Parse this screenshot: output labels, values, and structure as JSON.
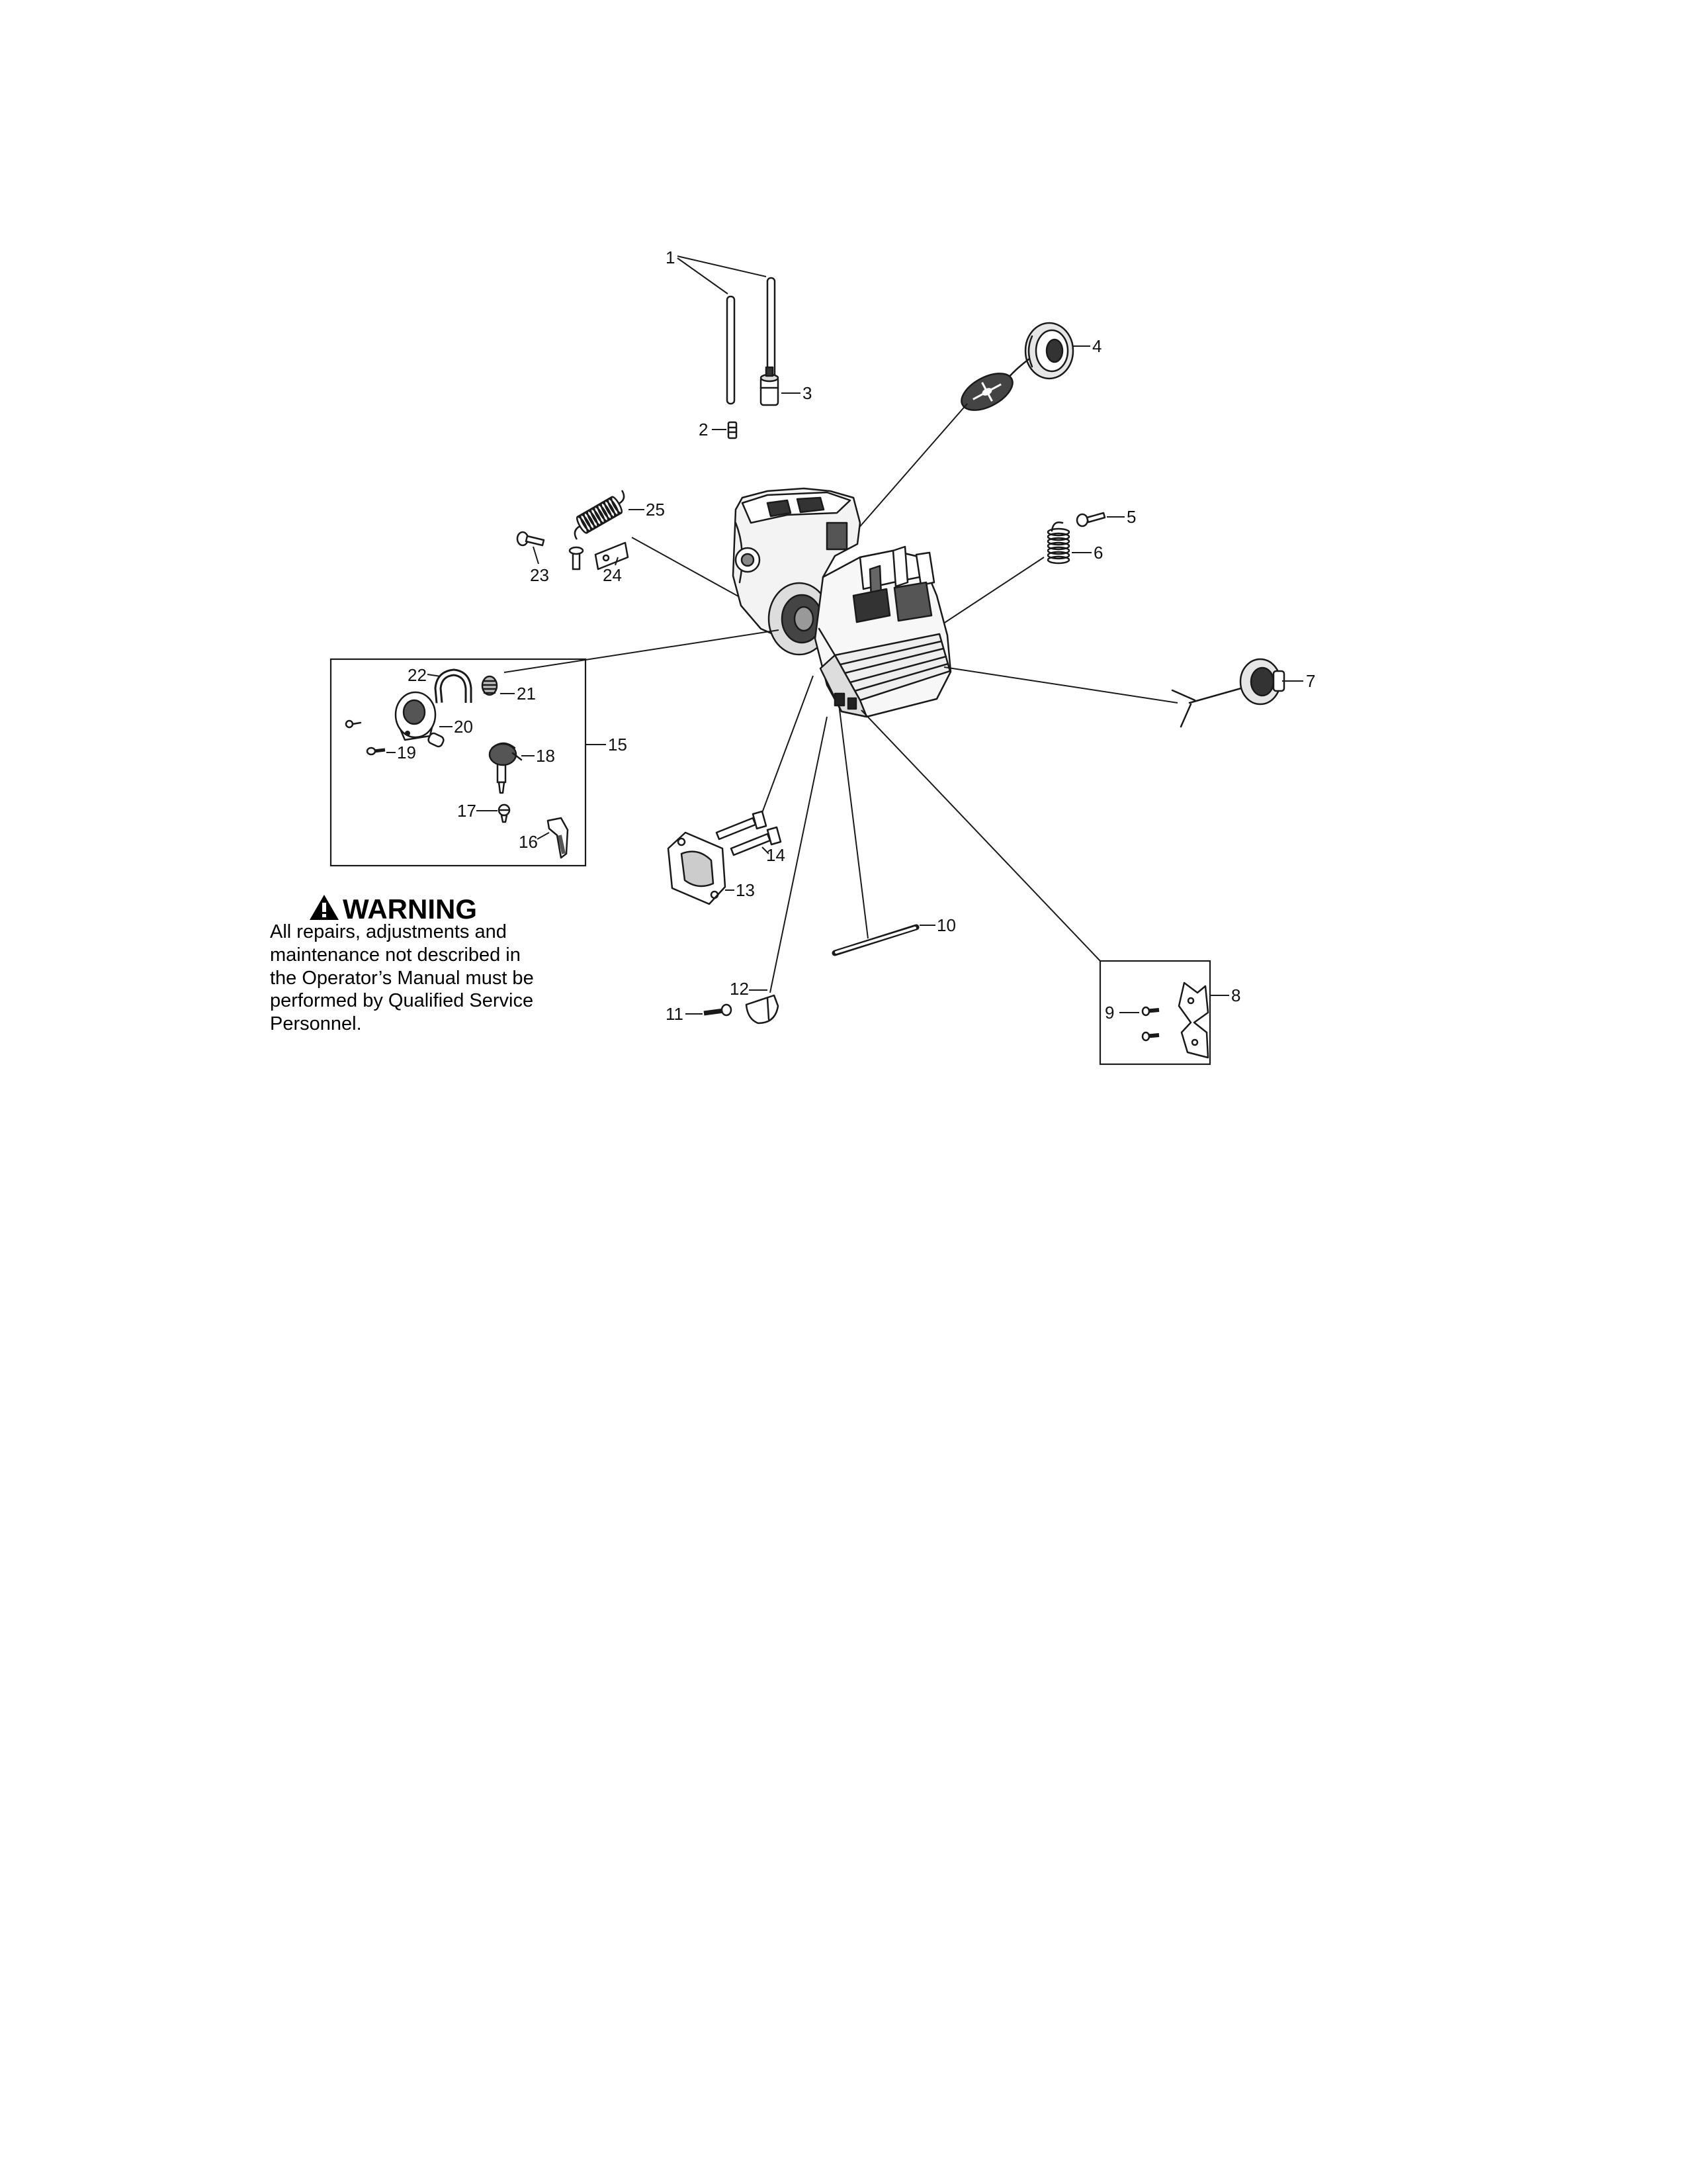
{
  "callouts": [
    "1",
    "2",
    "3",
    "4",
    "5",
    "6",
    "7",
    "8",
    "9",
    "10",
    "11",
    "12",
    "13",
    "14",
    "15",
    "16",
    "17",
    "18",
    "19",
    "20",
    "21",
    "22",
    "23",
    "24",
    "25"
  ],
  "warning": {
    "icon": "warning-triangle-icon",
    "title": "WARNING",
    "lines": [
      "All repairs, adjustments and",
      "maintenance not described in",
      "the Operator’s Manual must be",
      "performed by Qualified Service",
      "Personnel."
    ]
  },
  "colors": {
    "ink": "#1a1a1a",
    "paper": "#ffffff"
  }
}
